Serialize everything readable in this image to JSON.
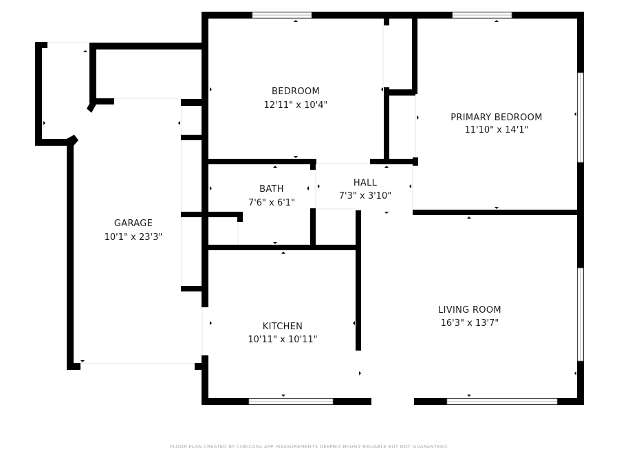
{
  "rooms": {
    "bedroom": {
      "name": "BEDROOM",
      "dims": "12'11\" x 10'4\""
    },
    "primary_bedroom": {
      "name": "PRIMARY BEDROOM",
      "dims": "11'10\" x 14'1\""
    },
    "bath": {
      "name": "BATH",
      "dims": "7'6\" x 6'1\""
    },
    "hall": {
      "name": "HALL",
      "dims": "7'3\" x 3'10\""
    },
    "garage": {
      "name": "GARAGE",
      "dims": "10'1\" x 23'3\""
    },
    "kitchen": {
      "name": "KITCHEN",
      "dims": "10'11\" x 10'11\""
    },
    "living_room": {
      "name": "LIVING ROOM",
      "dims": "16'3\" x 13'7\""
    }
  },
  "footer": "FLOOR PLAN CREATED BY CUBICASA APP. MEASUREMENTS DEEMED HIGHLY RELIABLE BUT NOT GUARANTEED.",
  "colors": {
    "wall": "#000000",
    "background": "#ffffff",
    "footer_text": "#b0b0b0"
  }
}
